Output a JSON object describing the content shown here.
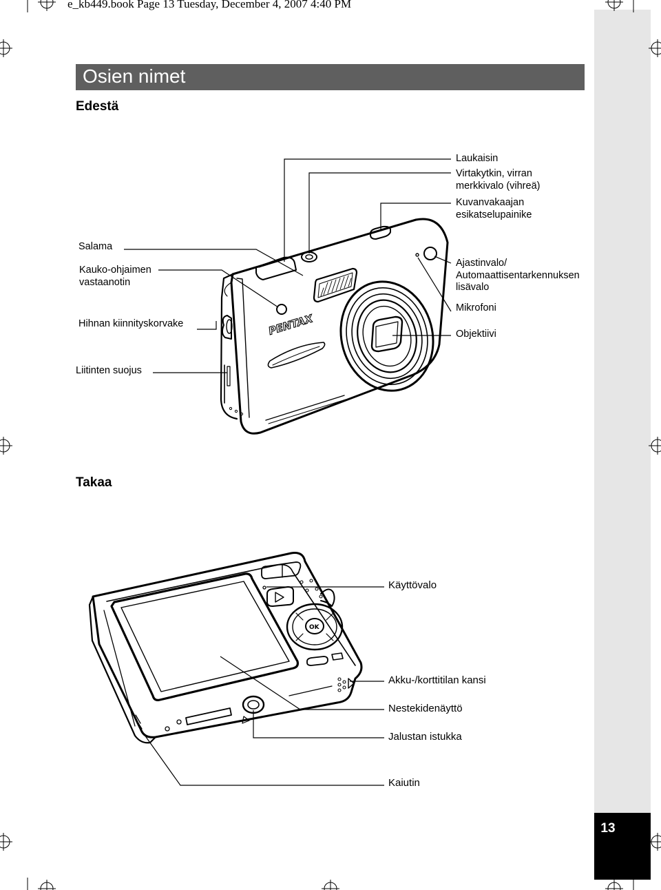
{
  "header_line": "e_kb449.book  Page 13  Tuesday, December 4, 2007  4:40 PM",
  "title": "Osien nimet",
  "page_number": "13",
  "front": {
    "heading": "Edestä",
    "brand": "PENTAX",
    "labels": {
      "shutter": "Laukaisin",
      "power": [
        "Virtakytkin, virran",
        "merkkivalo (vihreä)"
      ],
      "stabilizer": [
        "Kuvanvakaajan",
        "esikatselupainike"
      ],
      "flash": "Salama",
      "remote": [
        "Kauko-ohjaimen",
        "vastaanotin"
      ],
      "strap": "Hihnan kiinnityskorvake",
      "terminal": "Liitinten suojus",
      "self_timer": [
        "Ajastinvalo/",
        "Automaattisentarkennuksen",
        "lisävalo"
      ],
      "microphone": "Mikrofoni",
      "lens": "Objektiivi"
    }
  },
  "back": {
    "heading": "Takaa",
    "buttons": {
      "ok": "OK"
    },
    "labels": {
      "indicator": "Käyttövalo",
      "battery": "Akku-/korttitilan kansi",
      "lcd": "Nestekidenäyttö",
      "tripod": "Jalustan istukka",
      "speaker": "Kaiutin"
    }
  }
}
